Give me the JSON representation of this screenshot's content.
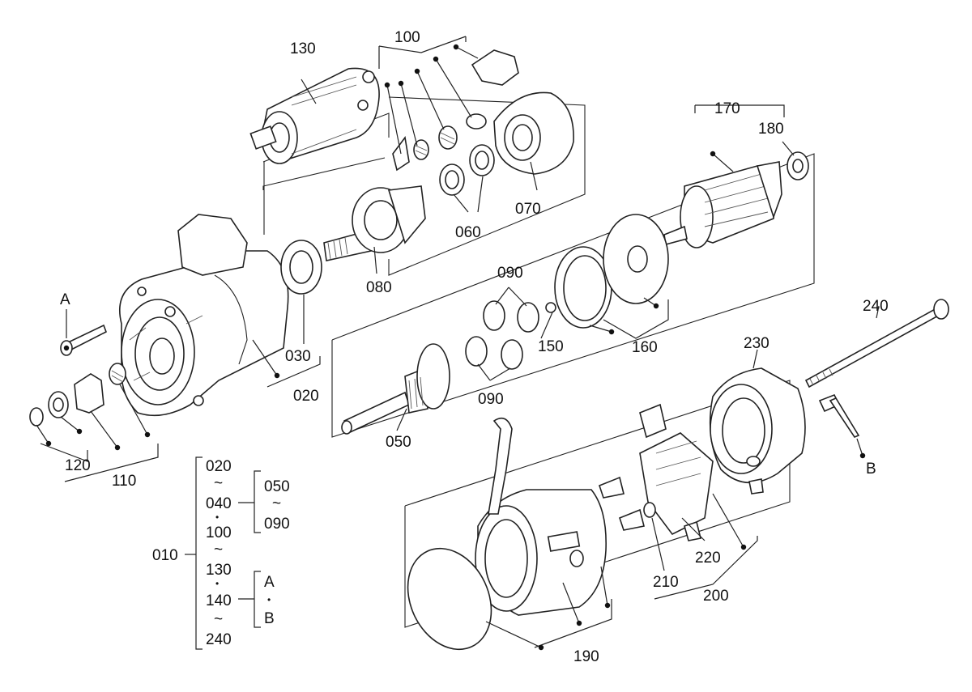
{
  "labels": {
    "p010": "010",
    "p020": "020",
    "p030": "030",
    "p040": "040",
    "p050": "050",
    "p060": "060",
    "p070": "070",
    "p080": "080",
    "p090a": "090",
    "p090b": "090",
    "p090c": "090",
    "p100": "100",
    "p100b": "100",
    "p110": "110",
    "p120": "120",
    "p130": "130",
    "p130b": "130",
    "p140": "140",
    "p150": "150",
    "p160": "160",
    "p170": "170",
    "p180": "180",
    "p190": "190",
    "p200": "200",
    "p210": "210",
    "p220": "220",
    "p230": "230",
    "p240": "240",
    "p240b": "240",
    "refA": "A",
    "refA2": "A",
    "refB": "B",
    "refB2": "B"
  },
  "legend": {
    "root": "010",
    "items": [
      "020",
      "040",
      "100",
      "130",
      "140",
      "240"
    ],
    "sub1": [
      "050",
      "090"
    ],
    "sub2": [
      "A",
      "B"
    ],
    "tilde": "~",
    "bullet": "•"
  }
}
